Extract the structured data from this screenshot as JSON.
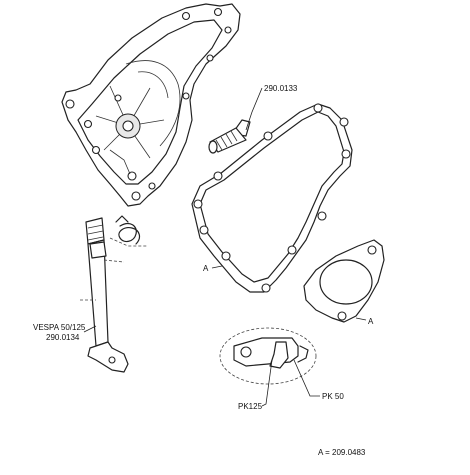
{
  "labels": {
    "screw_part": "290.0133",
    "gasket_large": "A",
    "gasket_small": "A",
    "shaft_model": "VESPA 50/125",
    "shaft_part": "290.0134",
    "lever_pk125": "PK125",
    "lever_pk50": "PK 50",
    "legend": "A = 209.0483"
  }
}
